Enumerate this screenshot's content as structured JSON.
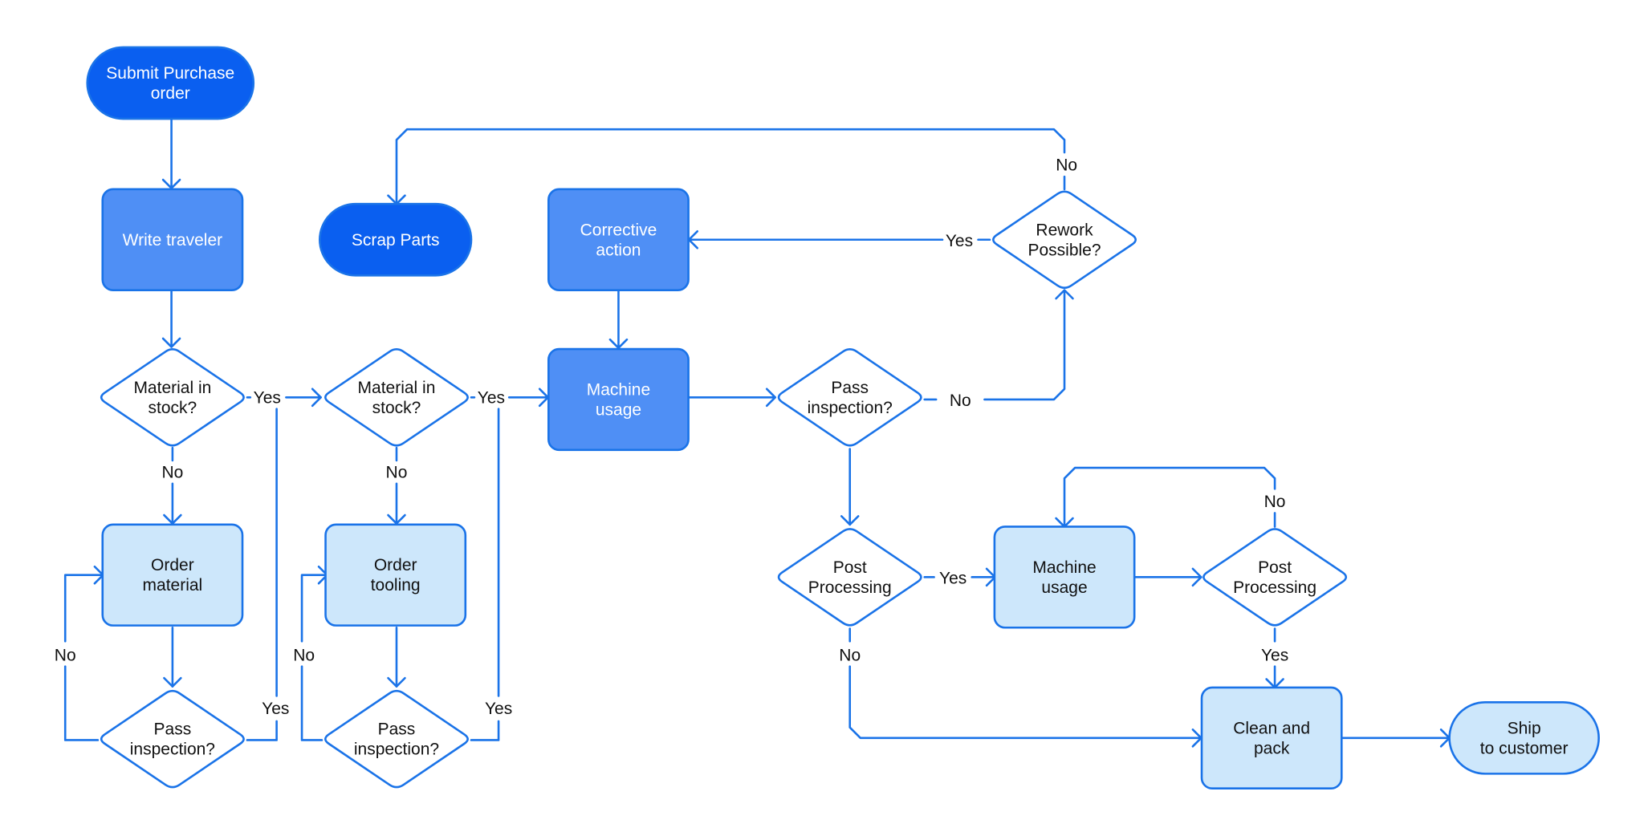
{
  "colors": {
    "line": "#1a73e8",
    "terminal_dark": "#0a5ff0",
    "process_mid": "#4f8ff5",
    "process_light": "#cde7fb",
    "decision": "#ffffff",
    "text_light": "#ffffff",
    "text_dark": "#111111"
  },
  "nodes": {
    "submit_po": "Submit Purchase\norder",
    "write_traveler": "Write traveler",
    "scrap_parts": "Scrap Parts",
    "corrective_action": "Corrective\naction",
    "rework_possible": "Rework\nPossible?",
    "material_in_stock_1": "Material in\nstock?",
    "material_in_stock_2": "Material in\nstock?",
    "machine_usage_1": "Machine\nusage",
    "pass_inspection_main": "Pass\ninspection?",
    "order_material": "Order\nmaterial",
    "order_tooling": "Order\ntooling",
    "pass_inspection_1": "Pass\ninspection?",
    "pass_inspection_2": "Pass\ninspection?",
    "post_processing_1": "Post\nProcessing",
    "machine_usage_2": "Machine\nusage",
    "post_processing_2": "Post\nProcessing",
    "clean_pack": "Clean and\npack",
    "ship": "Ship\nto customer"
  },
  "edge_labels": {
    "rework_no": "No",
    "rework_yes": "Yes",
    "mis1_yes": "Yes",
    "mis1_no": "No",
    "mis2_yes": "Yes",
    "mis2_no": "No",
    "pi_main_no": "No",
    "pi1_no": "No",
    "pi1_yes": "Yes",
    "pi2_no": "No",
    "pi2_yes": "Yes",
    "pp1_yes": "Yes",
    "pp1_no": "No",
    "pp2_no": "No",
    "pp2_yes": "Yes"
  }
}
